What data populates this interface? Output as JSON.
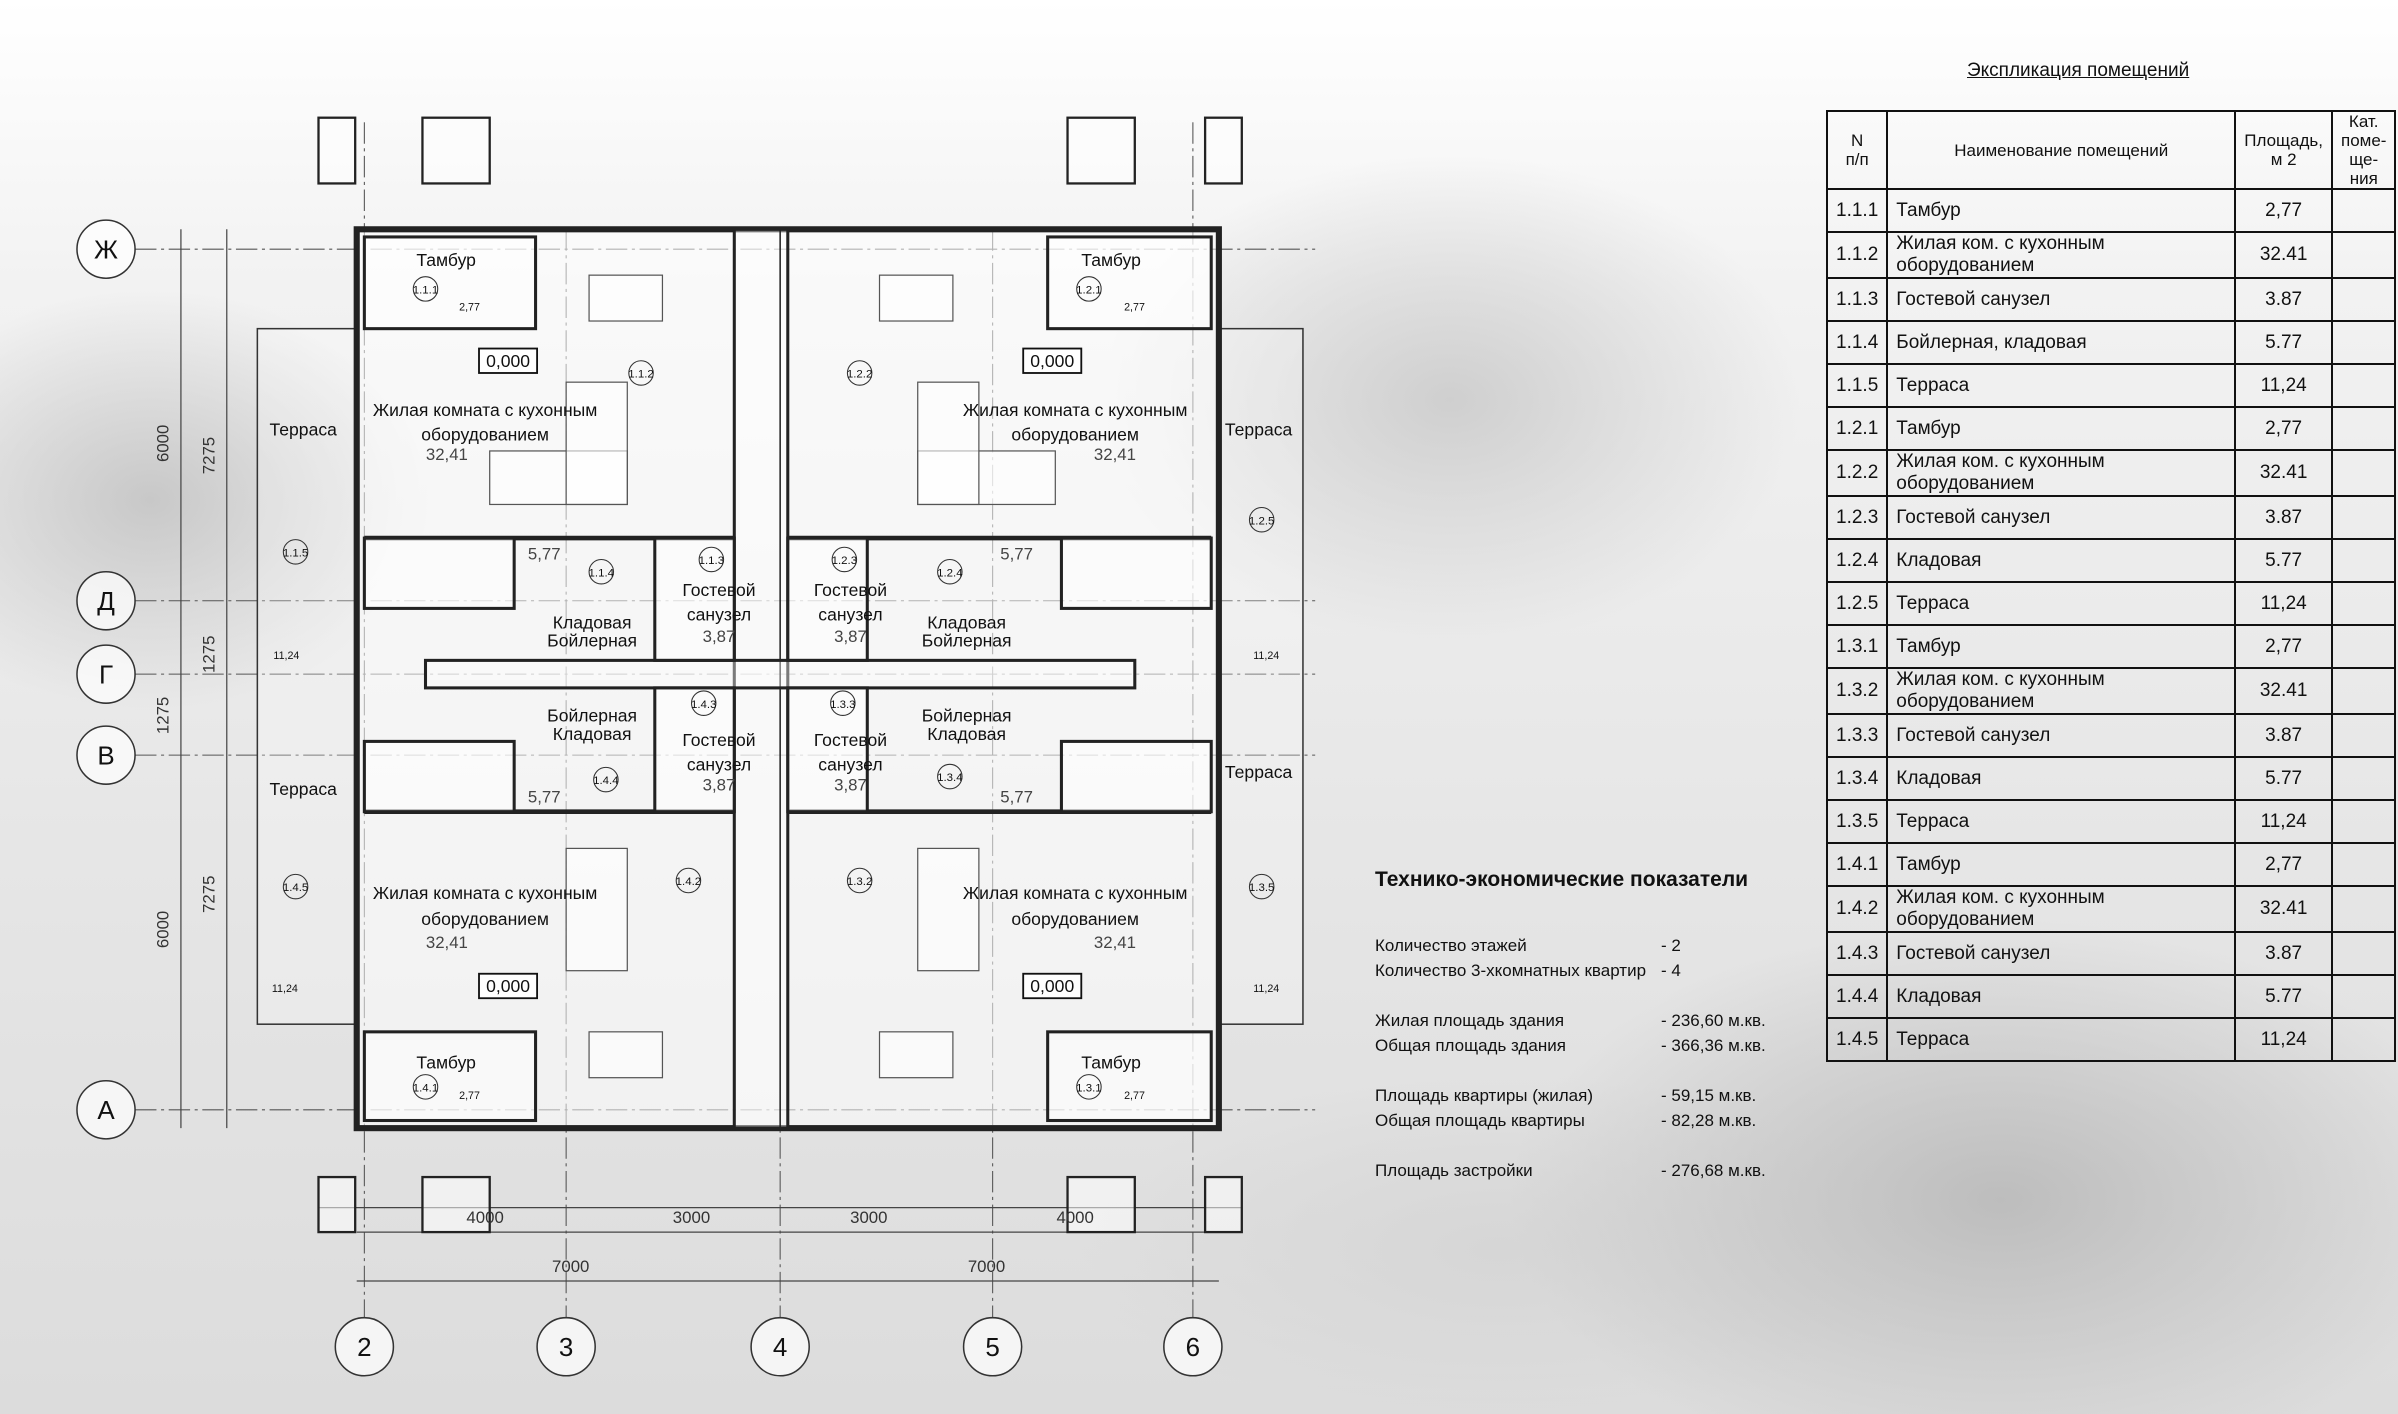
{
  "plan": {
    "axes": {
      "zh": "Ж",
      "d": "Д",
      "g": "Г",
      "v": "В",
      "a": "А",
      "n2": "2",
      "n3": "3",
      "n4": "4",
      "n5": "5",
      "n6": "6"
    },
    "elevation": "0,000",
    "names": {
      "tambur": "Тамбур",
      "living1": "Жилая комната с кухонным",
      "living2": "оборудованием",
      "terrace": "Терраса",
      "storage": "Кладовая",
      "boiler": "Бойлерная",
      "wc1": "Гостевой",
      "wc2": "санузел"
    },
    "areas": {
      "tambur": "2,77",
      "living": "32,41",
      "storage": "5,77",
      "wc": "3,87",
      "terrace": "11,24"
    },
    "numbers": {
      "r111": "1.1.1",
      "r112": "1.1.2",
      "r113": "1.1.3",
      "r114": "1.1.4",
      "r115": "1.1.5",
      "r121": "1.2.1",
      "r122": "1.2.2",
      "r123": "1.2.3",
      "r124": "1.2.4",
      "r125": "1.2.5",
      "r131": "1.3.1",
      "r132": "1.3.2",
      "r133": "1.3.3",
      "r134": "1.3.4",
      "r135": "1.3.5",
      "r141": "1.4.1",
      "r142": "1.4.2",
      "r143": "1.4.3",
      "r144": "1.4.4",
      "r145": "1.4.5"
    },
    "dims": {
      "d6000": "6000",
      "d7275": "7275",
      "d1275": "1275",
      "d4000": "4000",
      "d3000": "3000",
      "d7000": "7000"
    }
  },
  "explication": {
    "title": "Экспликация помещений",
    "headers": {
      "n1": "N",
      "n2": "п/п",
      "name": "Наименование помещений",
      "area1": "Площадь,",
      "area2": "м 2",
      "kat1": "Кат.",
      "kat2": "поме-",
      "kat3": "ще-",
      "kat4": "ния"
    },
    "rows": [
      {
        "n": "1.1.1",
        "name": "Тамбур",
        "area": "2,77"
      },
      {
        "n": "1.1.2",
        "name": "Жилая ком. с кухонным оборудованием",
        "area": "32.41"
      },
      {
        "n": "1.1.3",
        "name": "Гостевой санузел",
        "area": "3.87"
      },
      {
        "n": "1.1.4",
        "name": "Бойлерная, кладовая",
        "area": "5.77"
      },
      {
        "n": "1.1.5",
        "name": "Терраса",
        "area": "11,24"
      },
      {
        "n": "1.2.1",
        "name": "Тамбур",
        "area": "2,77"
      },
      {
        "n": "1.2.2",
        "name": "Жилая ком. с кухонным оборудованием",
        "area": "32.41"
      },
      {
        "n": "1.2.3",
        "name": "Гостевой санузел",
        "area": "3.87"
      },
      {
        "n": "1.2.4",
        "name": "Кладовая",
        "area": "5.77"
      },
      {
        "n": "1.2.5",
        "name": "Терраса",
        "area": "11,24"
      },
      {
        "n": "1.3.1",
        "name": "Тамбур",
        "area": "2,77"
      },
      {
        "n": "1.3.2",
        "name": "Жилая ком. с кухонным оборудованием",
        "area": "32.41"
      },
      {
        "n": "1.3.3",
        "name": "Гостевой санузел",
        "area": "3.87"
      },
      {
        "n": "1.3.4",
        "name": "Кладовая",
        "area": "5.77"
      },
      {
        "n": "1.3.5",
        "name": "Терраса",
        "area": "11,24"
      },
      {
        "n": "1.4.1",
        "name": "Тамбур",
        "area": "2,77"
      },
      {
        "n": "1.4.2",
        "name": "Жилая ком. с кухонным оборудованием",
        "area": "32.41"
      },
      {
        "n": "1.4.3",
        "name": "Гостевой санузел",
        "area": "3.87"
      },
      {
        "n": "1.4.4",
        "name": "Кладовая",
        "area": "5.77"
      },
      {
        "n": "1.4.5",
        "name": "Терраса",
        "area": "11,24"
      }
    ]
  },
  "tep": {
    "title": "Технико-экономические показатели",
    "rows": [
      {
        "label": "Количество этажей",
        "value": "- 2"
      },
      {
        "label": "Количество 3-хкомнатных квартир",
        "value": "- 4"
      },
      {
        "label": "Жилая площадь здания",
        "value": "- 236,60 м.кв."
      },
      {
        "label": "Общая площадь здания",
        "value": "- 366,36 м.кв."
      },
      {
        "label": "Площадь квартиры (жилая)",
        "value": "- 59,15 м.кв."
      },
      {
        "label": "Общая площадь квартиры",
        "value": "- 82,28 м.кв."
      },
      {
        "label": "Площадь застройки",
        "value": "- 276,68 м.кв."
      }
    ]
  }
}
